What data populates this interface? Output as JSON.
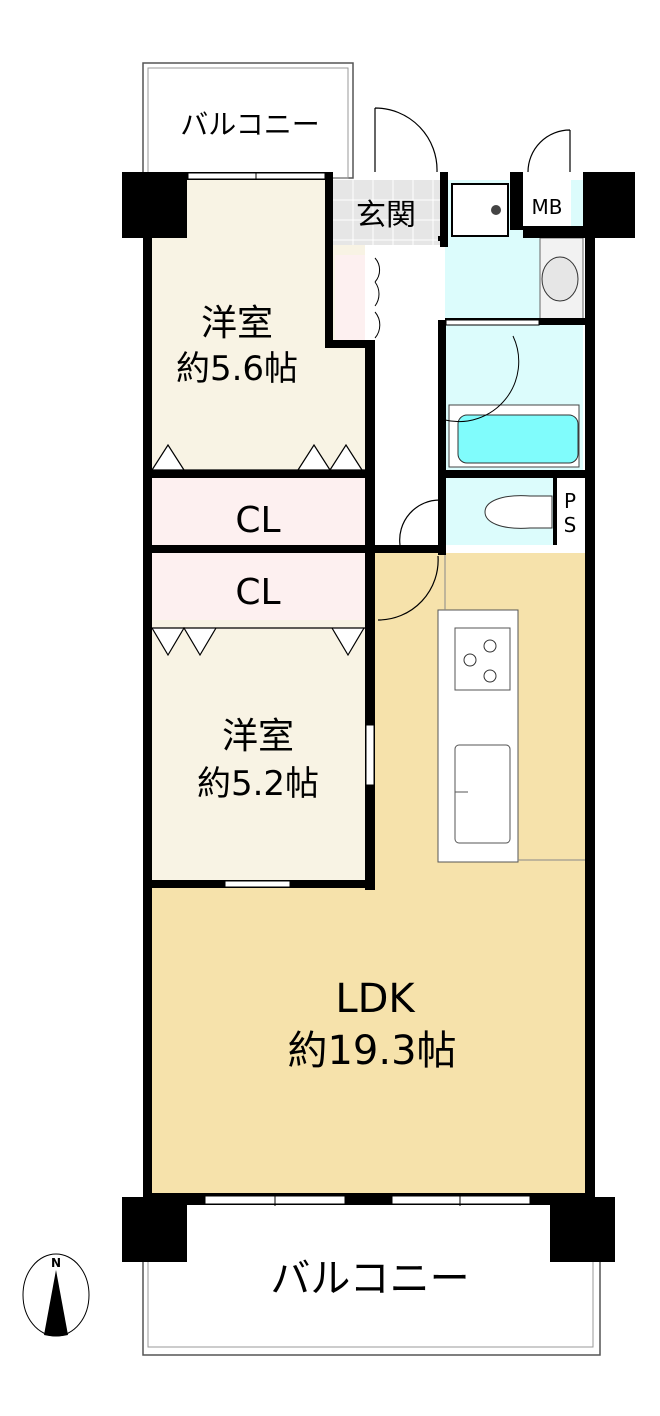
{
  "floorplan": {
    "balcony_top": "バルコニー",
    "entrance": "玄関",
    "meter_box": "MB",
    "pipe_space": [
      "P",
      "S"
    ],
    "bedroom1": {
      "name": "洋室",
      "size": "約5.6帖"
    },
    "closet1": "CL",
    "closet2": "CL",
    "bedroom2": {
      "name": "洋室",
      "size": "約5.2帖"
    },
    "ldk": {
      "name": "LDK",
      "size": "約19.3帖"
    },
    "balcony_bottom": "バルコニー",
    "compass": "N"
  },
  "colors": {
    "bedroom": "#f8f3e4",
    "closet": "#fdf0f0",
    "ldk": "#f6e2ab",
    "wet": "#dcfcfc",
    "tub": "#80fcfc",
    "entrance": "#e6e6e6",
    "wall": "#000000"
  }
}
